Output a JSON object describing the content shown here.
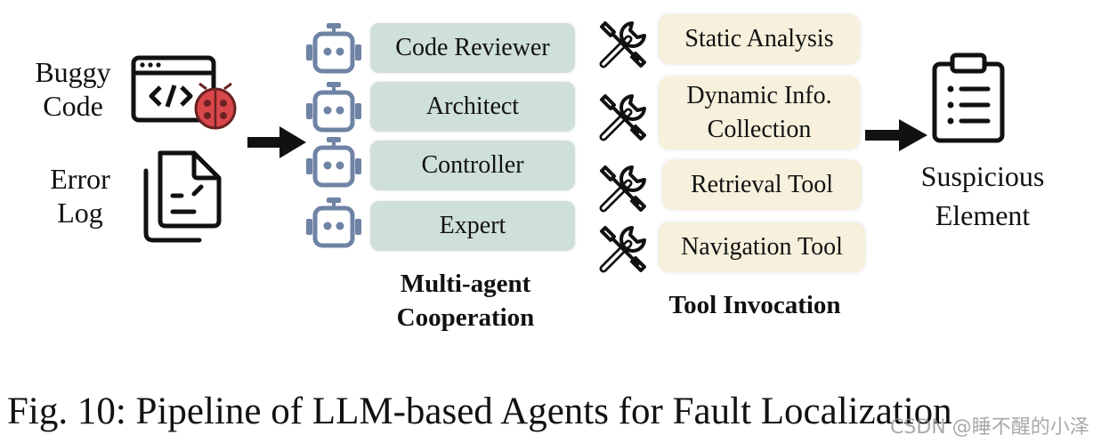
{
  "inputs": {
    "buggy_code": [
      "Buggy",
      "Code"
    ],
    "error_log": [
      "Error",
      "Log"
    ]
  },
  "agents": [
    {
      "label": "Code Reviewer"
    },
    {
      "label": "Architect"
    },
    {
      "label": "Controller"
    },
    {
      "label": "Expert"
    }
  ],
  "agents_title": [
    "Multi-agent",
    "Cooperation"
  ],
  "tools": [
    {
      "lines": [
        "Static Analysis"
      ]
    },
    {
      "lines": [
        "Dynamic Info.",
        "Collection"
      ]
    },
    {
      "lines": [
        "Retrieval Tool"
      ]
    },
    {
      "lines": [
        "Navigation Tool"
      ]
    }
  ],
  "tools_title": "Tool Invocation",
  "output": [
    "Suspicious",
    "Element"
  ],
  "caption": "Fig. 10: Pipeline of LLM-based Agents for Fault Localization",
  "watermark": "CSDN @睡不醒的小泽",
  "colors": {
    "agent_box": "#cfdfd9",
    "tool_box": "#f6f0dc",
    "robot": "#6f83a5",
    "bug": "#d9474b"
  }
}
